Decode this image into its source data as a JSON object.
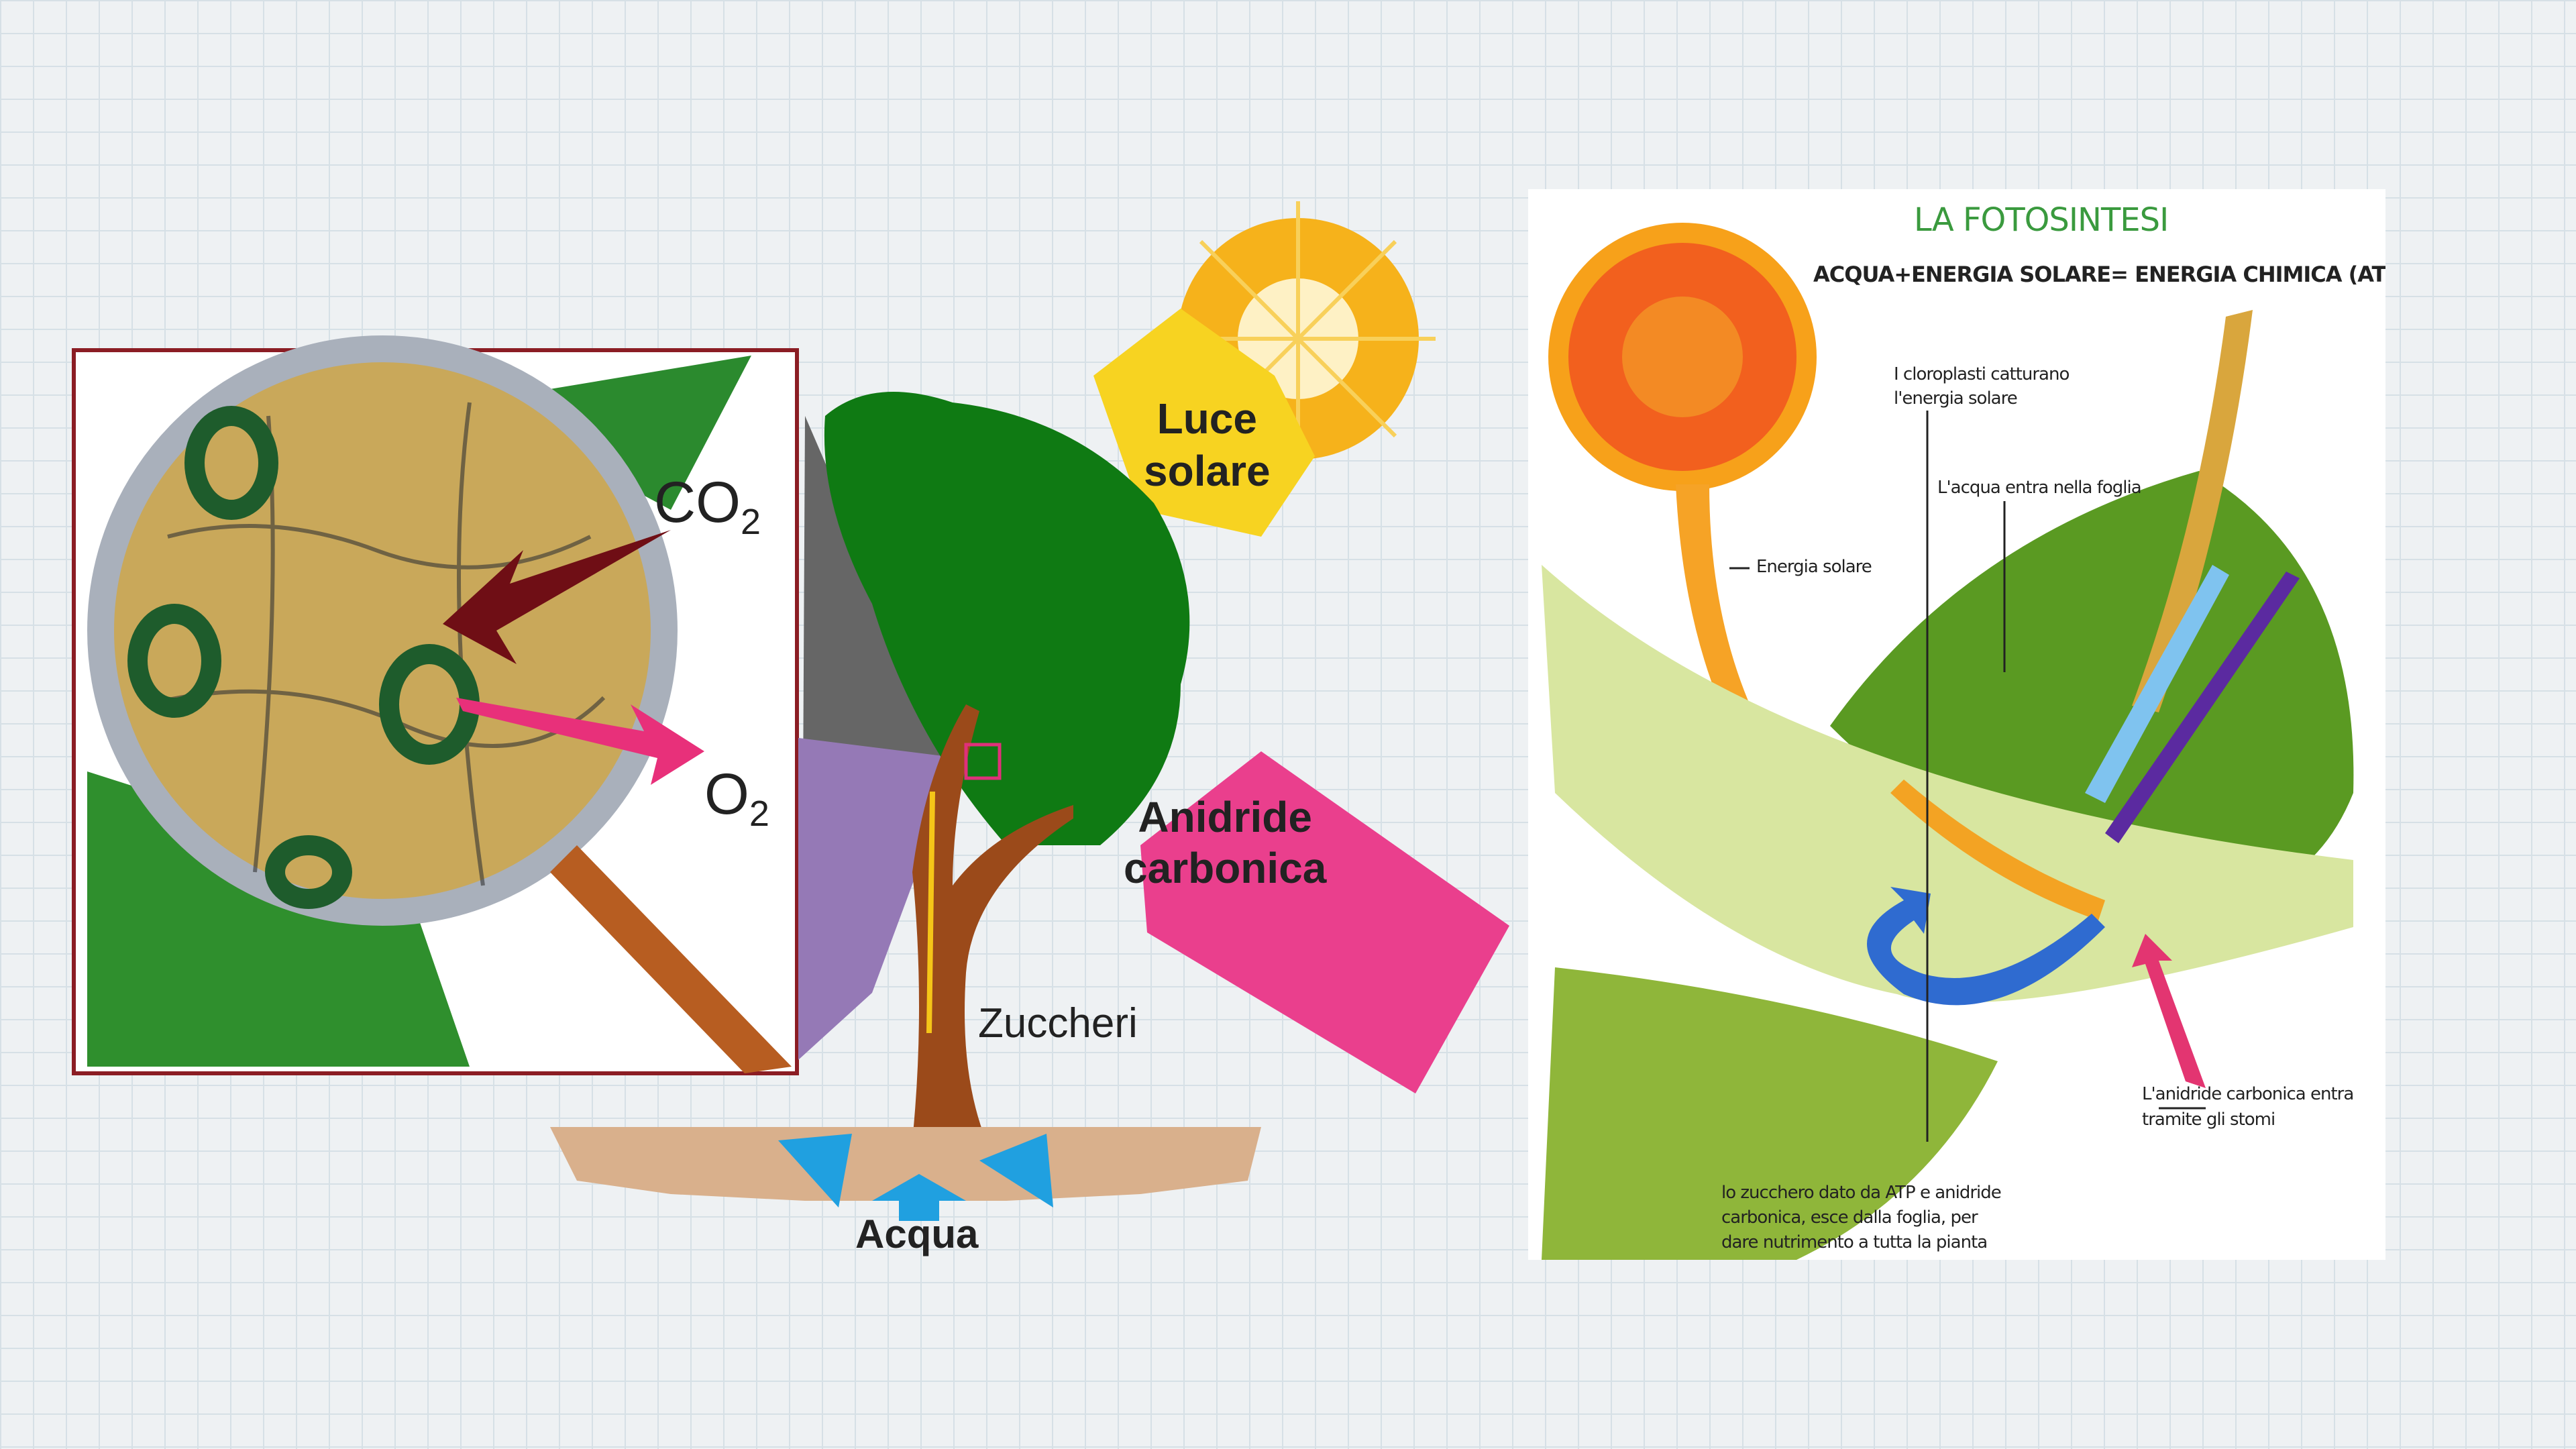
{
  "left_diagram": {
    "inset_labels": {
      "co2": "CO",
      "co2_sub": "2",
      "o2": "O",
      "o2_sub": "2"
    },
    "labels": {
      "sunlight": [
        "Luce",
        "solare"
      ],
      "carbon_dioxide": [
        "Anidride",
        "carbonica"
      ],
      "sugars": "Zuccheri",
      "water": "Acqua"
    }
  },
  "right_diagram": {
    "title": "LA FOTOSINTESI",
    "equation": "ACQUA+ENERGIA SOLARE= ENERGIA CHIMICA (ATP)",
    "annotations": {
      "chloroplasts": [
        "I cloroplasti catturano",
        "l'energia solare"
      ],
      "water_enters": "L'acqua entra nella foglia",
      "solar_energy": "Energia solare",
      "co2_enters": [
        "L'anidride carbonica entra",
        "tramite gli stomi"
      ],
      "sugar_exits": [
        "lo zucchero dato da ATP e anidride",
        "carbonica,  esce dalla foglia, per",
        "dare nutrimento a tutta la pianta"
      ]
    },
    "colors": {
      "title": "#3a9a3e"
    }
  }
}
